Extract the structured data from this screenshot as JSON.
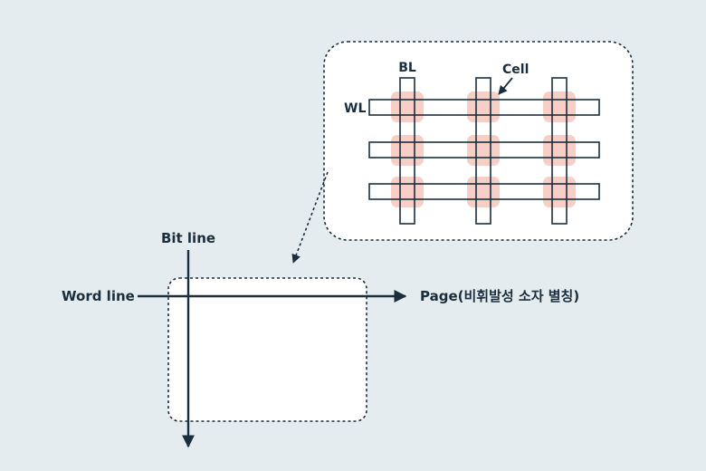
{
  "labels": {
    "bit_line": "Bit line",
    "word_line": "Word line",
    "page": "Page(비휘발성 소자 별칭)",
    "bl": "BL",
    "wl": "WL",
    "cell": "Cell"
  },
  "colors": {
    "background": "#e4ecef",
    "line": "#1a2e3d",
    "cell_highlight": "#f7cfc6",
    "panel_fill": "#ffffff"
  }
}
